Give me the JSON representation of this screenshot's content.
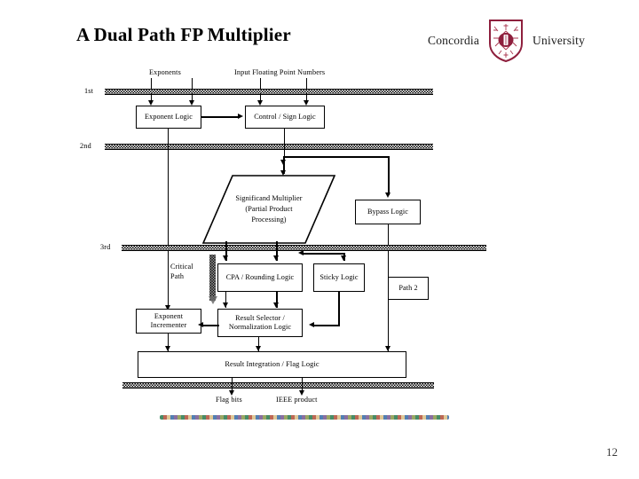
{
  "slide": {
    "title": "A Dual Path FP Multiplier",
    "page_number": "12",
    "accent_color": "#8e1f3d"
  },
  "brand": {
    "left_word": "Concordia",
    "right_word": "University",
    "crest_icon": "concordia-shield-crest-icon",
    "crest_color": "#8e1f3d"
  },
  "diagram": {
    "inputs": [
      {
        "label": "Exponents"
      },
      {
        "label": "Input Floating Point Numbers"
      }
    ],
    "pipeline_stages": [
      {
        "label": "1st"
      },
      {
        "label": "2nd"
      },
      {
        "label": "3rd"
      }
    ],
    "blocks": [
      {
        "id": "exponent-logic",
        "label": "Exponent Logic"
      },
      {
        "id": "control-sign-logic",
        "label": "Control / Sign Logic"
      },
      {
        "id": "significand-multiplier",
        "label_line1": "Significand Multiplier",
        "label_line2": "(Partial Product",
        "label_line3": "Processing)"
      },
      {
        "id": "bypass-logic",
        "label": "Bypass Logic"
      },
      {
        "id": "cpa-rounding-logic",
        "label": "CPA / Rounding Logic"
      },
      {
        "id": "sticky-logic",
        "label": "Sticky Logic"
      },
      {
        "id": "path-2",
        "label": "Path 2"
      },
      {
        "id": "exponent-incrementer",
        "label_line1": "Exponent",
        "label_line2": "Incrementer"
      },
      {
        "id": "result-selector",
        "label_line1": "Result Selector /",
        "label_line2": "Normalization Logic"
      },
      {
        "id": "result-integration",
        "label": "Result Integration / Flag Logic"
      }
    ],
    "annotations": [
      {
        "id": "critical-path",
        "label_line1": "Critical",
        "label_line2": "Path"
      }
    ],
    "outputs": [
      {
        "label": "Flag bits"
      },
      {
        "label": "IEEE product"
      }
    ]
  }
}
